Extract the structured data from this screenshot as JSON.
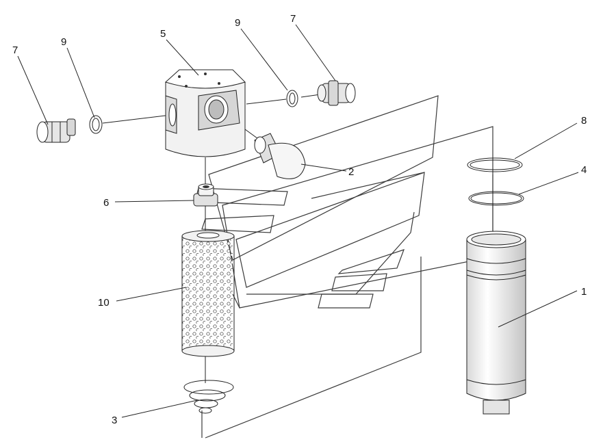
{
  "diagram": {
    "callouts": [
      {
        "id": "7-left",
        "text": "7"
      },
      {
        "id": "9-left",
        "text": "9"
      },
      {
        "id": "5",
        "text": "5"
      },
      {
        "id": "9-right",
        "text": "9"
      },
      {
        "id": "7-right",
        "text": "7"
      },
      {
        "id": "8",
        "text": "8"
      },
      {
        "id": "4",
        "text": "4"
      },
      {
        "id": "2",
        "text": "2"
      },
      {
        "id": "6",
        "text": "6"
      },
      {
        "id": "10",
        "text": "10"
      },
      {
        "id": "1",
        "text": "1"
      },
      {
        "id": "3",
        "text": "3"
      }
    ]
  },
  "colors": {
    "line": "#222222",
    "part_fill": "#f4f4f4",
    "shade": "#cfcfcf"
  }
}
